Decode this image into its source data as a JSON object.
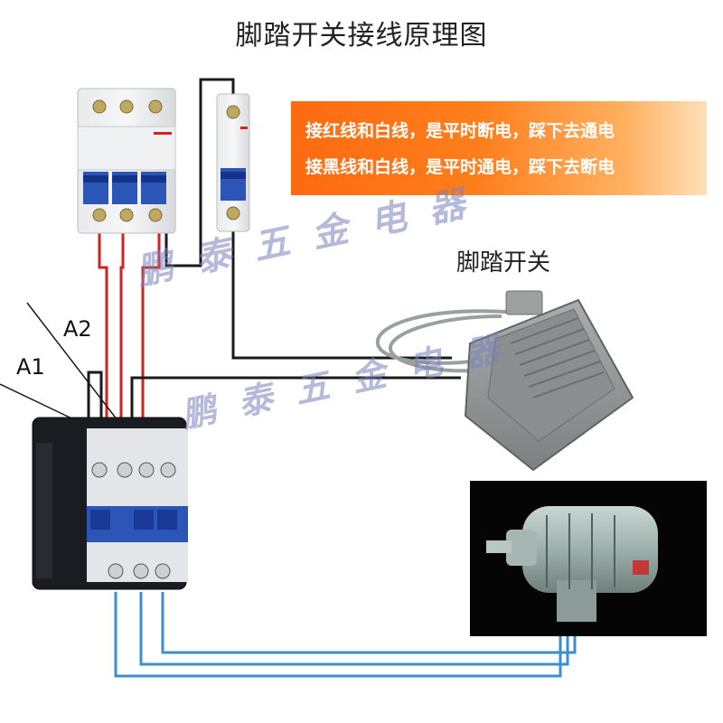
{
  "title": "脚踏开关接线原理图",
  "note": {
    "line1": "接红线和白线，是平时断电，踩下去通电",
    "line2": "接黑线和白线，是平时通电，踩下去断电"
  },
  "pedal_label": "脚踏开关",
  "terminals": {
    "a1": "A1",
    "a2": "A2"
  },
  "watermark": {
    "text1": "鹏泰五金电器",
    "text2": "鹏泰五金电器"
  },
  "colors": {
    "red_wire": "#d42020",
    "black_wire": "#1a1a1a",
    "blue_wire": "#3a8fd0",
    "note_bg": "#ff7a1a",
    "device_black": "#1b1b22",
    "pedal_grey": "#8c9090"
  }
}
